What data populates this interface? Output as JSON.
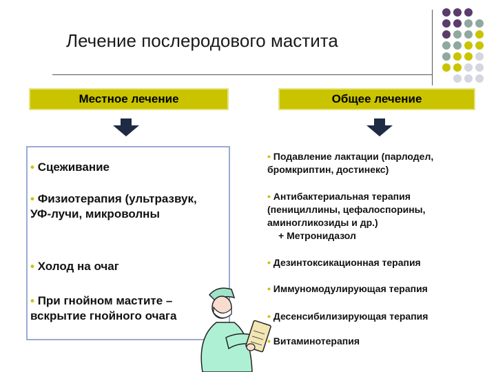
{
  "title": "Лечение послеродового мастита",
  "local": {
    "header": "Местное лечение",
    "items": [
      "Сцеживание",
      "Физиотерапия (ультразвук, УФ-лучи, микроволны",
      "Холод на очаг",
      "При гнойном мастите – вскрытие гнойного очага"
    ]
  },
  "general": {
    "header": "Общее лечение",
    "items": [
      "Подавление лактации (парлодел, бромкриптин, достинекс)",
      "Антибактериальная терапия (пенициллины, цефалоспорины, аминогликозиды и др.)",
      "Дезинтоксикационная терапия",
      "Иммуномодулирующая терапия",
      "Десенсибилизирующая терапия",
      "Витаминотерапия"
    ],
    "extra": "+ Метронидазол"
  },
  "bullet": "•",
  "colors": {
    "header_bg": "#c9c300",
    "panel_border": "#9aaad6",
    "dot_purple": "#5b3c6b",
    "dot_teal": "#8fa8a0",
    "dot_yellow": "#c9c300",
    "dot_gray": "#d4d6e0"
  },
  "icons": {
    "arrow": "down-arrow-icon",
    "illustration": "nurse-illustration"
  }
}
